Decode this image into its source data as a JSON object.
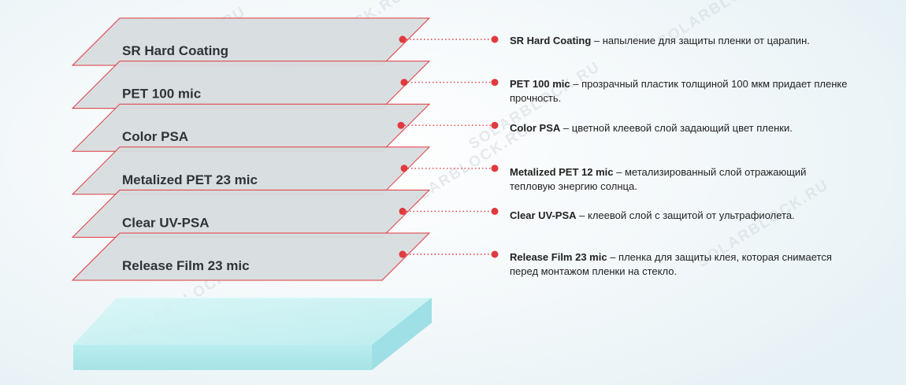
{
  "watermark": "SOLARBLOCK.RU",
  "colors": {
    "layer_fill": "#d6dbdf",
    "layer_stroke": "#e03a3e",
    "marker": "#e03a3e",
    "connector": "#e03a3e",
    "glass_top": "#c9f1f1",
    "glass_front": "#a9e5e8",
    "glass_side": "#90dbe0"
  },
  "layers": [
    {
      "label": "SR Hard Coating",
      "description_term": "SR Hard Coating",
      "description_text": " – напыление для защиты пленки от царапин."
    },
    {
      "label": "PET 100 mic",
      "description_term": "PET 100 mic",
      "description_text": " – прозрачный пластик толщиной 100 мкм придает пленке прочность."
    },
    {
      "label": "Color PSA",
      "description_term": "Color PSA",
      "description_text": " – цветной клеевой слой задающий цвет пленки."
    },
    {
      "label": "Metalized PET 23 mic",
      "description_term": "Metalized PET 12 mic",
      "description_text": " – метализированный слой отражающий тепловую энергию солнца."
    },
    {
      "label": "Clear UV-PSA",
      "description_term": "Clear UV-PSA",
      "description_text": " – клеевой слой с защитой от ультрафиолета."
    },
    {
      "label": "Release Film 23 mic",
      "description_term": "Release Film 23 mic",
      "description_text": " – пленка для защиты клея, которая снимается перед монтажом пленки на стекло."
    }
  ]
}
